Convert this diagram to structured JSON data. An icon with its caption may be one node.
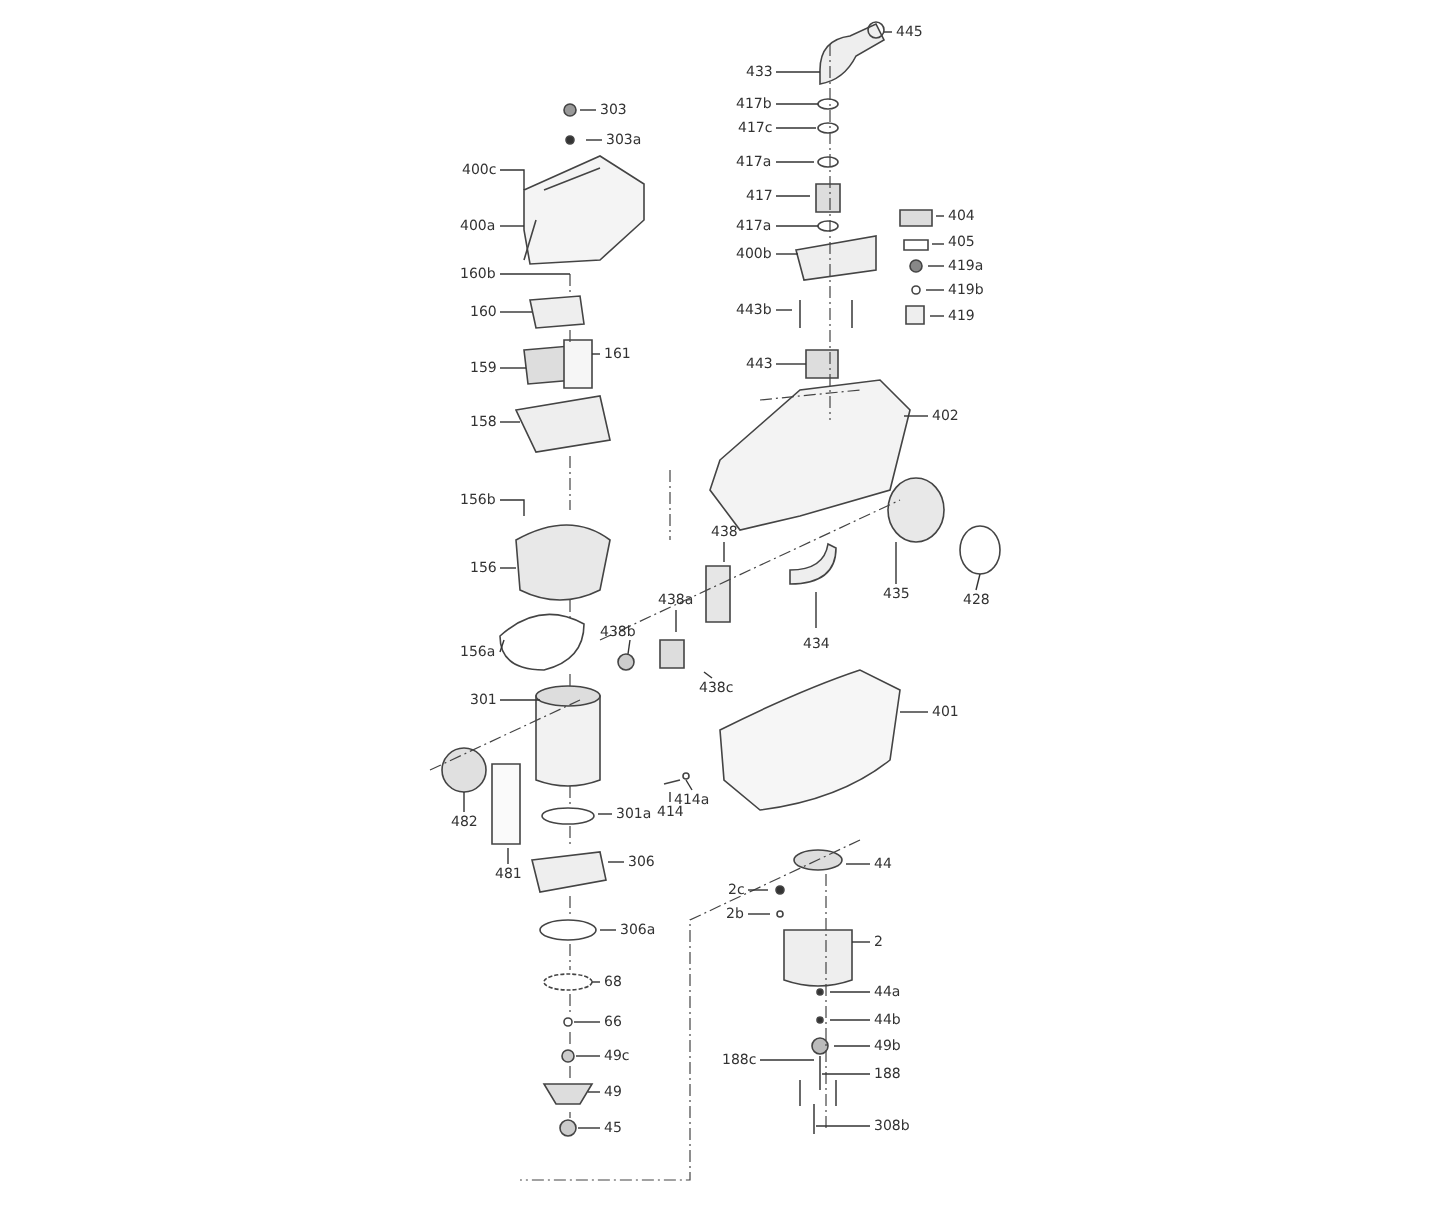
{
  "diagram": {
    "nodes": [
      {
        "text": [
          "303"
        ]
      },
      {
        "text": [
          "303a"
        ]
      },
      {
        "text": [
          "400c"
        ]
      },
      {
        "text": [
          "400a"
        ]
      },
      {
        "text": [
          "160b"
        ]
      },
      {
        "text": [
          "160"
        ]
      },
      {
        "text": [
          "161"
        ]
      },
      {
        "text": [
          "159"
        ]
      },
      {
        "text": [
          "158"
        ]
      },
      {
        "text": [
          "156b"
        ]
      },
      {
        "text": [
          "156"
        ]
      },
      {
        "text": [
          "156a"
        ]
      },
      {
        "text": [
          "438b"
        ]
      },
      {
        "text": [
          "301"
        ]
      },
      {
        "text": [
          "482"
        ]
      },
      {
        "text": [
          "481"
        ]
      },
      {
        "text": [
          "301a"
        ]
      },
      {
        "text": [
          "306"
        ]
      },
      {
        "text": [
          "306a"
        ]
      },
      {
        "text": [
          "68"
        ]
      },
      {
        "text": [
          "66"
        ]
      },
      {
        "text": [
          "49c"
        ]
      },
      {
        "text": [
          "49"
        ]
      },
      {
        "text": [
          "45"
        ]
      },
      {
        "text": [
          "445"
        ]
      },
      {
        "text": [
          "433"
        ]
      },
      {
        "text": [
          "417b"
        ]
      },
      {
        "text": [
          "417c"
        ]
      },
      {
        "text": [
          "417a"
        ]
      },
      {
        "text": [
          "417"
        ]
      },
      {
        "text": [
          "417a"
        ]
      },
      {
        "text": [
          "400b"
        ]
      },
      {
        "text": [
          "404"
        ]
      },
      {
        "text": [
          "405"
        ]
      },
      {
        "text": [
          "419a"
        ]
      },
      {
        "text": [
          "419b"
        ]
      },
      {
        "text": [
          "419"
        ]
      },
      {
        "text": [
          "443b"
        ]
      },
      {
        "text": [
          "443"
        ]
      },
      {
        "text": [
          "402"
        ]
      },
      {
        "text": [
          "435"
        ]
      },
      {
        "text": [
          "428"
        ]
      },
      {
        "text": [
          "438"
        ]
      },
      {
        "text": [
          "438a"
        ]
      },
      {
        "text": [
          "434"
        ]
      },
      {
        "text": [
          "438c"
        ]
      },
      {
        "text": [
          "401"
        ]
      },
      {
        "text": [
          "414"
        ]
      },
      {
        "text": [
          "414a"
        ]
      },
      {
        "text": [
          "44"
        ]
      },
      {
        "text": [
          "2c"
        ]
      },
      {
        "text": [
          "2b"
        ]
      },
      {
        "text": [
          "2"
        ]
      },
      {
        "text": [
          "44a"
        ]
      },
      {
        "text": [
          "44b"
        ]
      },
      {
        "text": [
          "49b"
        ]
      },
      {
        "text": [
          "188c"
        ]
      },
      {
        "text": [
          "188"
        ]
      },
      {
        "text": [
          "308b"
        ]
      }
    ],
    "edges": [
      {
        "from": 0,
        "to": null,
        "arrow": "none"
      },
      {
        "from": 1,
        "to": null,
        "arrow": "none"
      },
      {
        "from": 2,
        "to": null,
        "arrow": "none"
      },
      {
        "from": 3,
        "to": null,
        "arrow": "none"
      },
      {
        "from": 4,
        "to": null,
        "arrow": "none"
      },
      {
        "from": 5,
        "to": null,
        "arrow": "none"
      },
      {
        "from": 6,
        "to": null,
        "arrow": "none"
      },
      {
        "from": 7,
        "to": null,
        "arrow": "none"
      },
      {
        "from": 8,
        "to": null,
        "arrow": "none"
      },
      {
        "from": 9,
        "to": null,
        "arrow": "none"
      },
      {
        "from": 10,
        "to": null,
        "arrow": "none"
      },
      {
        "from": 11,
        "to": null,
        "arrow": "none"
      },
      {
        "from": 12,
        "to": null,
        "arrow": "none"
      },
      {
        "from": 13,
        "to": null,
        "arrow": "none"
      },
      {
        "from": 14,
        "to": null,
        "arrow": "none"
      },
      {
        "from": 15,
        "to": null,
        "arrow": "none"
      },
      {
        "from": 16,
        "to": null,
        "arrow": "none"
      },
      {
        "from": 17,
        "to": null,
        "arrow": "none"
      },
      {
        "from": 18,
        "to": null,
        "arrow": "none"
      },
      {
        "from": 19,
        "to": null,
        "arrow": "none"
      },
      {
        "from": 20,
        "to": null,
        "arrow": "none"
      },
      {
        "from": 21,
        "to": null,
        "arrow": "none"
      },
      {
        "from": 22,
        "to": null,
        "arrow": "none"
      },
      {
        "from": 23,
        "to": null,
        "arrow": "none"
      },
      {
        "from": 24,
        "to": null,
        "arrow": "none"
      },
      {
        "from": 25,
        "to": null,
        "arrow": "none"
      },
      {
        "from": 26,
        "to": null,
        "arrow": "none"
      },
      {
        "from": 27,
        "to": null,
        "arrow": "none"
      },
      {
        "from": 28,
        "to": null,
        "arrow": "none"
      },
      {
        "from": 29,
        "to": null,
        "arrow": "none"
      },
      {
        "from": 30,
        "to": null,
        "arrow": "none"
      },
      {
        "from": 31,
        "to": null,
        "arrow": "none"
      },
      {
        "from": 32,
        "to": null,
        "arrow": "none"
      },
      {
        "from": 33,
        "to": null,
        "arrow": "none"
      },
      {
        "from": 34,
        "to": null,
        "arrow": "none"
      },
      {
        "from": 35,
        "to": null,
        "arrow": "none"
      },
      {
        "from": 36,
        "to": null,
        "arrow": "none"
      },
      {
        "from": 37,
        "to": null,
        "arrow": "none"
      },
      {
        "from": 38,
        "to": null,
        "arrow": "none"
      },
      {
        "from": 39,
        "to": null,
        "arrow": "none"
      },
      {
        "from": 40,
        "to": null,
        "arrow": "none"
      },
      {
        "from": 41,
        "to": null,
        "arrow": "none"
      },
      {
        "from": 42,
        "to": null,
        "arrow": "none"
      },
      {
        "from": 43,
        "to": null,
        "arrow": "none"
      },
      {
        "from": 44,
        "to": null,
        "arrow": "none"
      },
      {
        "from": 45,
        "to": null,
        "arrow": "none"
      },
      {
        "from": 46,
        "to": null,
        "arrow": "none"
      },
      {
        "from": 47,
        "to": null,
        "arrow": "none"
      },
      {
        "from": 48,
        "to": null,
        "arrow": "none"
      },
      {
        "from": 49,
        "to": null,
        "arrow": "none"
      },
      {
        "from": 50,
        "to": null,
        "arrow": "none"
      },
      {
        "from": 51,
        "to": null,
        "arrow": "none"
      },
      {
        "from": 52,
        "to": null,
        "arrow": "none"
      },
      {
        "from": 53,
        "to": null,
        "arrow": "none"
      },
      {
        "from": 54,
        "to": null,
        "arrow": "none"
      },
      {
        "from": 55,
        "to": null,
        "arrow": "none"
      },
      {
        "from": 56,
        "to": null,
        "arrow": "none"
      },
      {
        "from": 57,
        "to": null,
        "arrow": "none"
      },
      {
        "from": 58,
        "to": null,
        "arrow": "none"
      }
    ]
  }
}
